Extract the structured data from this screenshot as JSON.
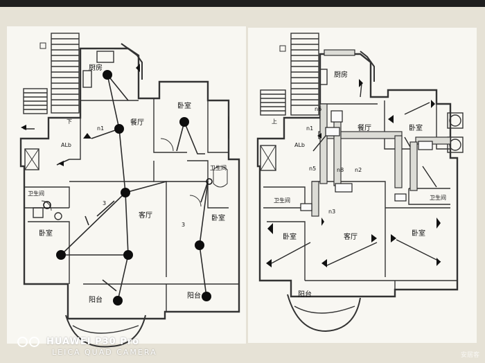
{
  "labels": {
    "left": {
      "kitchen": "厨房",
      "dining": "餐厅",
      "bedroom_top": "卧室",
      "bath_right": "卫生间",
      "bath_left": "卫生间",
      "bedroom_left": "卧室",
      "living": "客厅",
      "bedroom_right": "卧室",
      "balcony_left": "阳台",
      "balcony_right": "阳台",
      "alb": "ALb",
      "down": "下",
      "n1": "n1",
      "num3a": "3",
      "num3b": "3"
    },
    "right": {
      "kitchen": "厨房",
      "dining": "餐厅",
      "bedroom_top": "卧室",
      "bath_left": "卫生间",
      "bath_right": "卫生间",
      "bedroom_left": "卧室",
      "living": "客厅",
      "bedroom_right": "卧室",
      "balcony": "阳台",
      "alb": "ALb",
      "up": "上",
      "n1": "n1",
      "n2": "n2",
      "n3": "n3",
      "n5": "n5",
      "n6": "n6",
      "n8": "n8"
    }
  },
  "watermark": {
    "brand": "HUAWEI P30 Pro",
    "sub": "LEICA QUAD CAMERA",
    "corner": "安居客"
  },
  "colors": {
    "paper": "#f7f5ef",
    "wall_bg": "#e4e0d3",
    "line": "#2a2a2a",
    "dot": "#0d0d0d"
  }
}
